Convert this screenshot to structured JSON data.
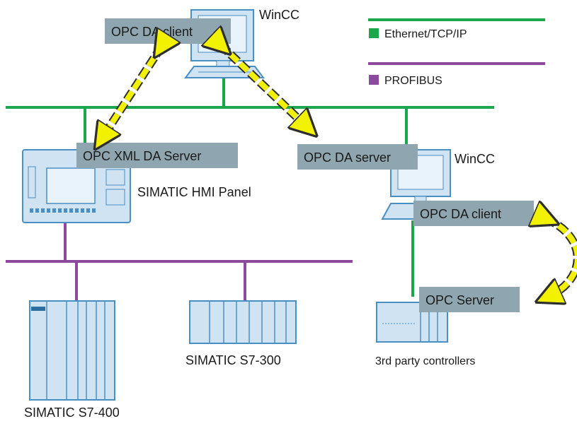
{
  "legend": {
    "ethernet": {
      "label": "Ethernet/TCP/IP",
      "color": "#1aa64a"
    },
    "profibus": {
      "label": "PROFIBUS",
      "color": "#8c4a9e"
    }
  },
  "colors": {
    "box_fill": "#8fa6b0",
    "device_fill": "#cfe3f2",
    "device_stroke": "#4a8fc4",
    "arrow_fill": "#f2f200",
    "arrow_stroke": "#2e2e2e"
  },
  "labels": {
    "wincc_top": "WinCC",
    "opc_da_client_top": "OPC DA client",
    "opc_xml_da_server": "OPC XML DA Server",
    "simatic_hmi_panel": "SIMATIC HMI Panel",
    "opc_da_server": "OPC DA server",
    "wincc_right": "WinCC",
    "opc_da_client_right": "OPC DA client",
    "opc_server": "OPC Server",
    "third_party_controllers": "3rd party controllers",
    "simatic_s7_300": "SIMATIC S7-300",
    "simatic_s7_400": "SIMATIC S7-400"
  }
}
